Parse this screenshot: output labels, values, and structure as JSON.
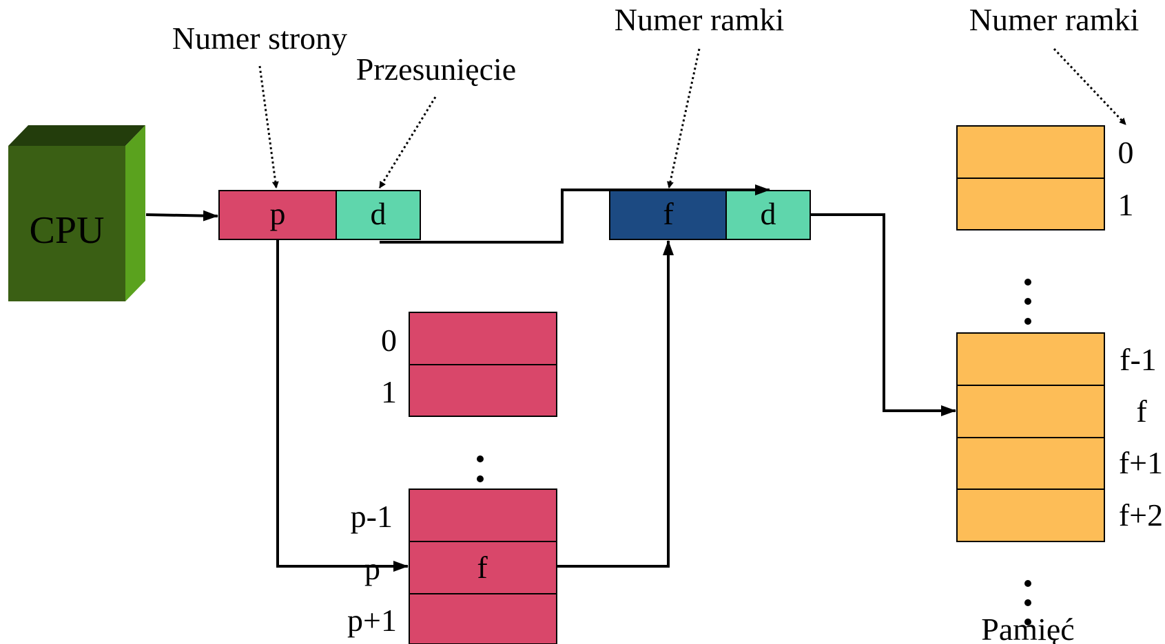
{
  "labels": {
    "page_number": "Numer strony",
    "offset": "Przesunięcie",
    "frame_number_mid": "Numer ramki",
    "frame_number_right": "Numer ramki",
    "memory": "Pamięć"
  },
  "cpu": {
    "label": "CPU"
  },
  "logical_address": {
    "page": "p",
    "offset": "d"
  },
  "physical_address": {
    "frame": "f",
    "offset": "d"
  },
  "page_table": {
    "top_rows": [
      "0",
      "1"
    ],
    "bottom_rows": [
      "p-1",
      "p",
      "p+1"
    ],
    "entry_value": "f"
  },
  "memory": {
    "top_rows": [
      "0",
      "1"
    ],
    "bottom_rows": [
      "f-1",
      "f",
      "f+1",
      "f+2"
    ]
  },
  "colors": {
    "cpu_front": "#3a5f14",
    "cpu_side": "#5aa21e",
    "cpu_top": "#233d0c",
    "page_red": "#d9476a",
    "offset_teal": "#5fd6ac",
    "frame_blue": "#1c4a82",
    "memory_orange": "#fdbd57"
  }
}
